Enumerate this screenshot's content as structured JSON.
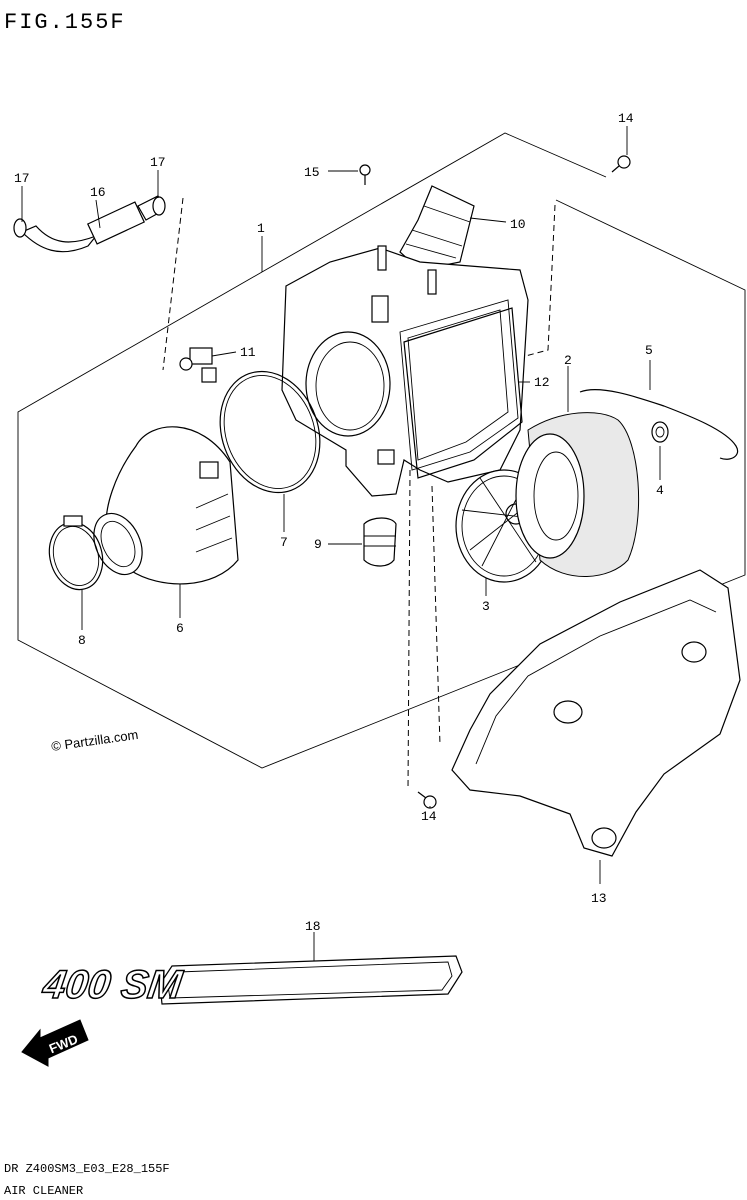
{
  "figure": {
    "title": "FIG.155F",
    "code": "DR Z400SM3_E03_E28_155F",
    "name": "AIR CLEANER"
  },
  "watermark": "© Partzilla.com",
  "direction_badge": "FWD",
  "emblem_text": "400 SM",
  "callouts": [
    {
      "id": "c1",
      "text": "1"
    },
    {
      "id": "c2",
      "text": "2"
    },
    {
      "id": "c3",
      "text": "3"
    },
    {
      "id": "c4",
      "text": "4"
    },
    {
      "id": "c5",
      "text": "5"
    },
    {
      "id": "c6",
      "text": "6"
    },
    {
      "id": "c7",
      "text": "7"
    },
    {
      "id": "c8",
      "text": "8"
    },
    {
      "id": "c9",
      "text": "9"
    },
    {
      "id": "c10",
      "text": "10"
    },
    {
      "id": "c11",
      "text": "11"
    },
    {
      "id": "c12",
      "text": "12"
    },
    {
      "id": "c13",
      "text": "13"
    },
    {
      "id": "c14a",
      "text": "14"
    },
    {
      "id": "c14b",
      "text": "14"
    },
    {
      "id": "c15",
      "text": "15"
    },
    {
      "id": "c16",
      "text": "16"
    },
    {
      "id": "c17a",
      "text": "17"
    },
    {
      "id": "c17b",
      "text": "17"
    },
    {
      "id": "c18",
      "text": "18"
    }
  ]
}
